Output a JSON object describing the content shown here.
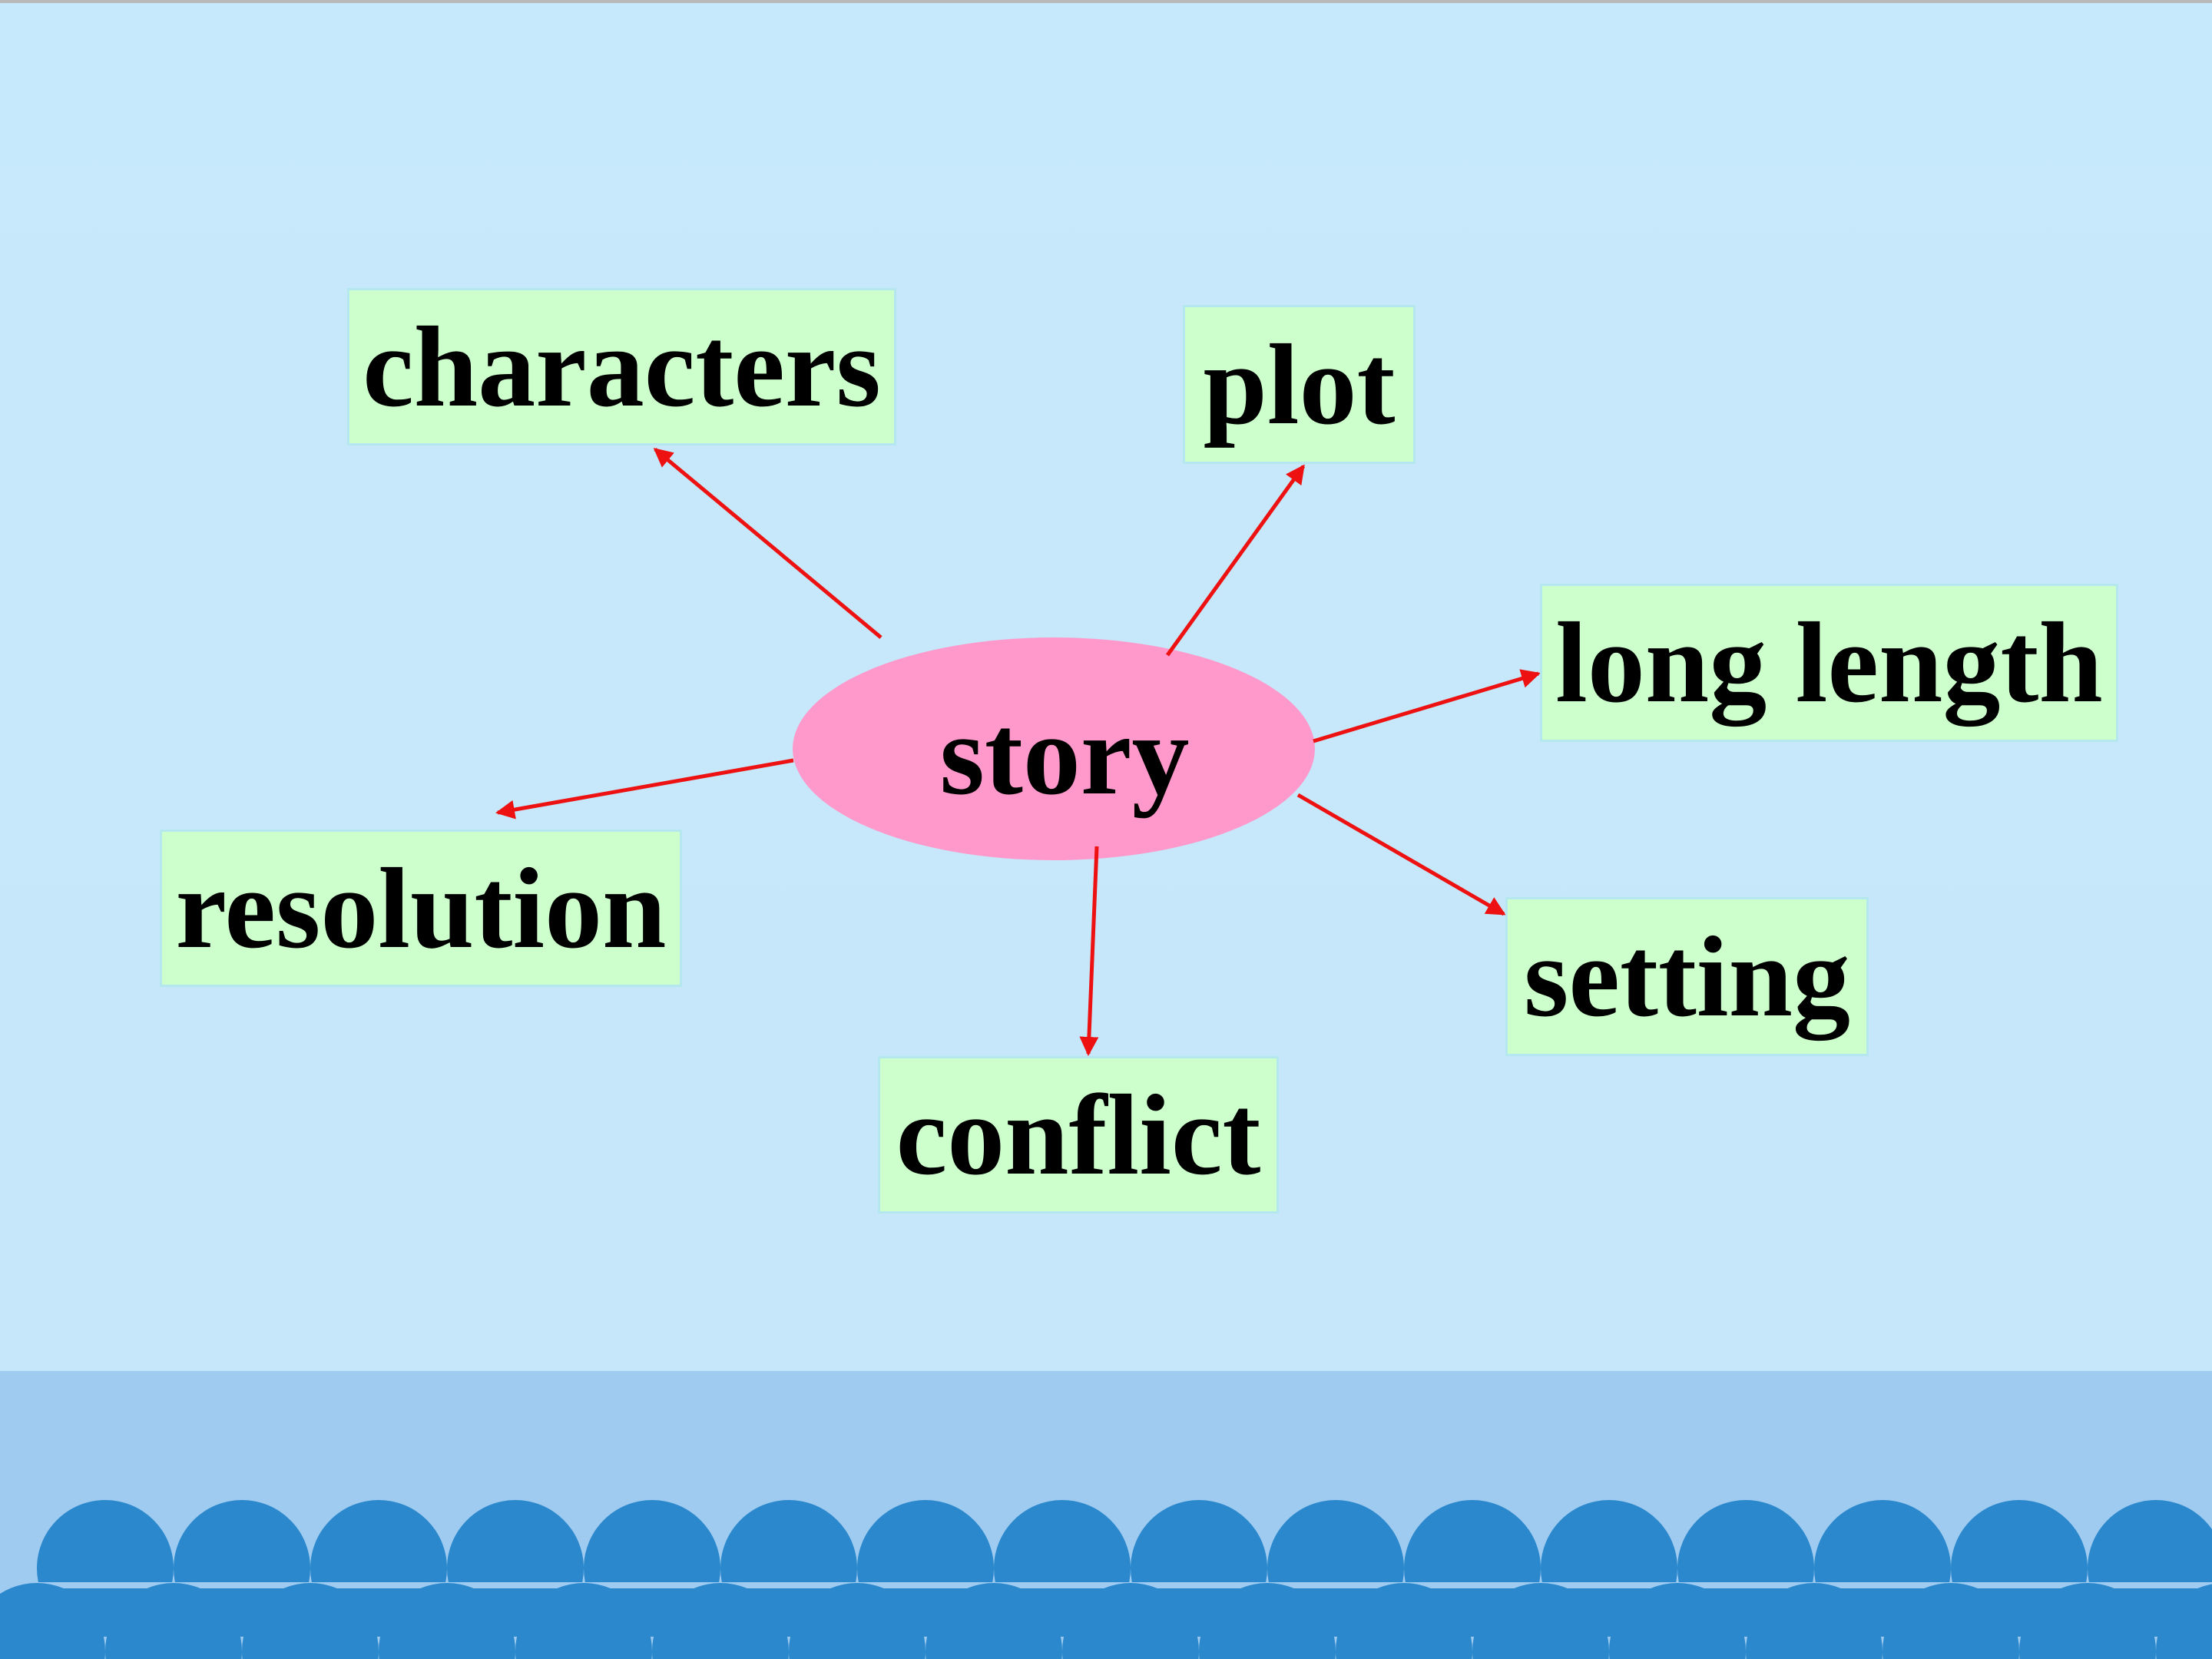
{
  "diagram": {
    "center": {
      "label": "story"
    },
    "nodes": [
      {
        "id": "characters",
        "label": "characters"
      },
      {
        "id": "plot",
        "label": "plot"
      },
      {
        "id": "long-length",
        "label": "long length"
      },
      {
        "id": "setting",
        "label": "setting"
      },
      {
        "id": "conflict",
        "label": "conflict"
      },
      {
        "id": "resolution",
        "label": "resolution"
      }
    ],
    "colors": {
      "background": "#c6e9fb",
      "center_fill": "#ff99cc",
      "node_fill": "#ccffcc",
      "arrow": "#ee1111",
      "ground_band": "#9fcbf0",
      "scallops": "#2b88cd"
    }
  }
}
